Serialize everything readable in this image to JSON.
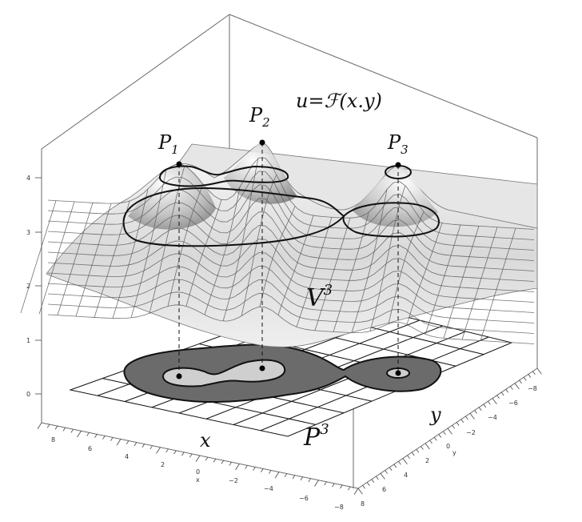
{
  "labels": {
    "function": "u=ℱ(x.y)",
    "p1": "P",
    "p1_sub": "1",
    "p2": "P",
    "p2_sub": "2",
    "p3": "P",
    "p3_sub": "3",
    "surface": "V",
    "surface_sup": "3",
    "plane": "P",
    "plane_sup": "3",
    "x_axis": "x",
    "y_axis": "y"
  },
  "axes": {
    "z_ticks": [
      "4",
      "3",
      "2",
      "1",
      "0"
    ],
    "x_ticks": [
      "8",
      "6",
      "4",
      "2",
      "0",
      "−2",
      "−4",
      "−6",
      "−8"
    ],
    "y_ticks": [
      "8",
      "6",
      "4",
      "2",
      "0",
      "−2",
      "−4",
      "−6",
      "−8"
    ],
    "x_small": "x",
    "y_small": "y"
  },
  "colors": {
    "surface_light": "#f2f2f2",
    "surface_dark": "#8a8a8a",
    "region_dark": "#6b6b6b",
    "region_light": "#cfcfcf"
  }
}
